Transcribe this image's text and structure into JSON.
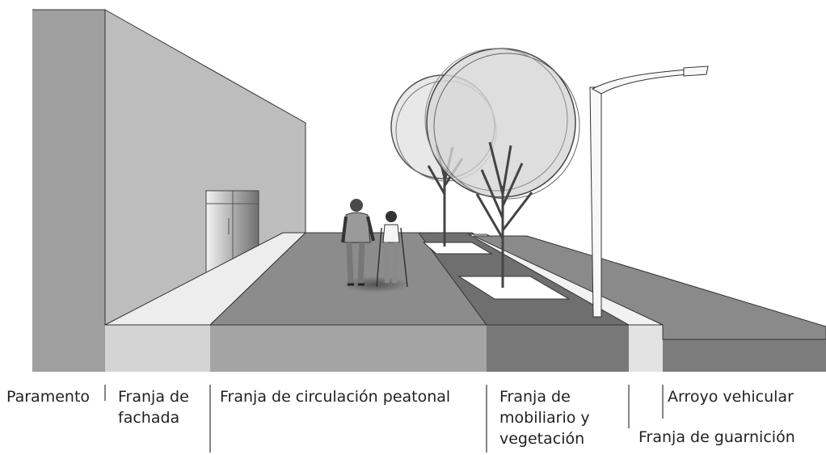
{
  "labels": {
    "paramento": "Paramento",
    "fachada_line1": "Franja de",
    "fachada_line2": "fachada",
    "circulacion": "Franja de circulación peatonal",
    "mobiliario_line1": "Franja de",
    "mobiliario_line2": "mobiliario y",
    "mobiliario_line3": "vegetación",
    "arroyo": "Arroyo vehicular",
    "guarnicion": "Franja de guarnición"
  }
}
